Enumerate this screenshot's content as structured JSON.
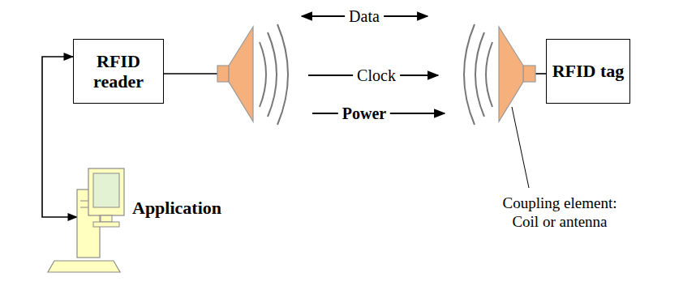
{
  "diagram": {
    "nodes": [
      {
        "text": [
          "RFID reader"
        ]
      },
      {
        "text": [
          "RFID tag"
        ]
      },
      {
        "text": [
          "Application"
        ]
      }
    ],
    "edges": [
      {
        "from": 0,
        "to": 2,
        "arrow": "both"
      }
    ],
    "labels": [
      "Data",
      "Clock",
      "Power",
      "Coupling element: Coil or antenna"
    ]
  }
}
